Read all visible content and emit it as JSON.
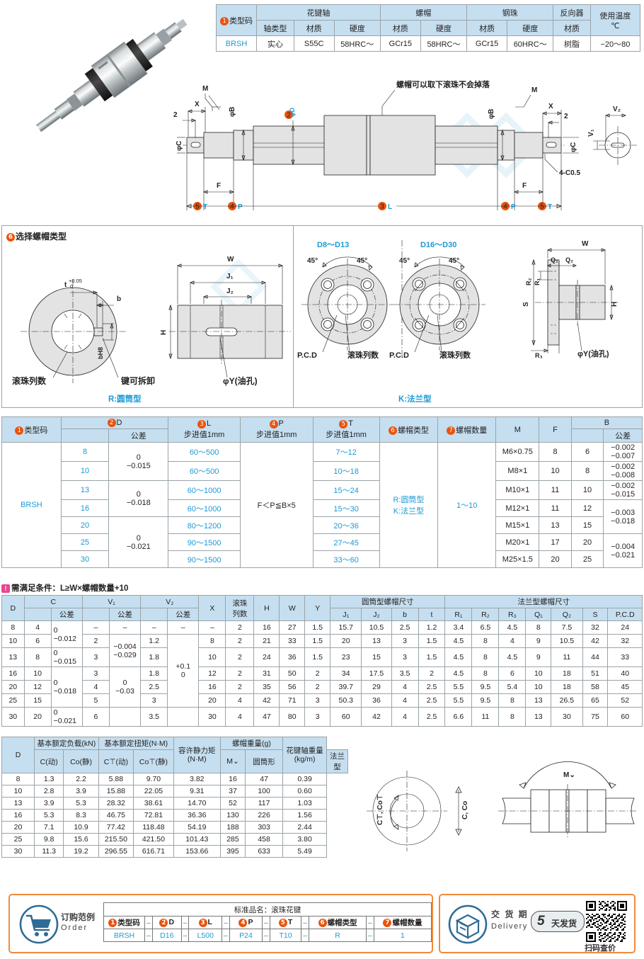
{
  "product": {
    "name": "滚珠花键",
    "type_code": "BRSH",
    "photo_alt": "ball-spline-shaft-photo"
  },
  "material_table": {
    "groups": [
      {
        "label": "①类型码",
        "sub": [],
        "rowspan": true
      },
      {
        "label": "花键轴",
        "sub": [
          "轴类型",
          "材质",
          "硬度"
        ]
      },
      {
        "label": "螺帽",
        "sub": [
          "材质",
          "硬度"
        ]
      },
      {
        "label": "钢珠",
        "sub": [
          "材质",
          "硬度"
        ]
      },
      {
        "label": "反向器",
        "sub": [
          "材质"
        ]
      },
      {
        "label": "使用温度",
        "sub": [
          "℃"
        ]
      }
    ],
    "row": [
      "BRSH",
      "实心",
      "S55C",
      "58HRC～",
      "GCr15",
      "58HRC～",
      "GCr15",
      "60HRC～",
      "树脂",
      "−20～80"
    ]
  },
  "drawing1": {
    "note_nut": "螺帽可以取下滚珠不会掉落",
    "labels": {
      "M": "M",
      "X": "X",
      "two": "2",
      "phiB": "φB",
      "phiC": "φC",
      "phiD": "φD",
      "F": "F",
      "chamfer": "4-C0.5",
      "V1": "V₁",
      "V2": "V₂"
    },
    "callouts": {
      "T": "T",
      "P": "P",
      "L": "L"
    }
  },
  "nut_section": {
    "heading": "选择螺帽类型",
    "heading_num": "6",
    "cylindrical": {
      "caption": "R:圆筒型",
      "labels": {
        "t": "t",
        "t_tol_up": "+0.05",
        "t_tol_lo": "0",
        "b": "b",
        "bH8": "bH8",
        "W": "W",
        "J1": "J₁",
        "J2": "J₂",
        "H": "H",
        "ball_rows": "滚珠列数",
        "key_removable": "键可拆卸",
        "oil_hole": "φY(油孔)"
      }
    },
    "flange": {
      "caption": "K:法兰型",
      "range_small": "D8～D13",
      "range_large": "D16～D30",
      "angle": "45°",
      "labels": {
        "PCD": "P.C.D",
        "ball_rows": "滚珠列数",
        "W": "W",
        "Q1": "Q₁",
        "Q2": "Q₂",
        "R1": "R₁",
        "R2": "R₂",
        "R3": "R₃",
        "S": "S",
        "H": "H",
        "oil_hole": "φY(油孔)"
      }
    }
  },
  "selection_table": {
    "headers": {
      "type_code": "类型码",
      "type_code_num": "1",
      "D": "D",
      "D_num": "2",
      "tolerance": "公差",
      "L": "L",
      "L_num": "3",
      "L_step": "步进值1mm",
      "P": "P",
      "P_num": "4",
      "P_step": "步进值1mm",
      "T": "T",
      "T_num": "5",
      "T_step": "步进值1mm",
      "nut_type": "螺帽类型",
      "nut_type_num": "6",
      "nut_qty": "螺帽数量",
      "nut_qty_num": "7",
      "M": "M",
      "F": "F",
      "B": "B",
      "B_tolerance": "公差"
    },
    "type_code_value": "BRSH",
    "P_formula": "F＜P≦B×5",
    "nut_type_value_r": "R:圆筒型",
    "nut_type_value_k": "K:法兰型",
    "nut_qty_value": "1～10",
    "rows": [
      {
        "D": "8",
        "D_tol_up": "0",
        "D_tol_lo": "−0.015",
        "L": "60～500",
        "T": "7～12",
        "M": "M6×0.75",
        "F": "8",
        "B": "6",
        "B_tol_up": "−0.002",
        "B_tol_lo": "−0.007"
      },
      {
        "D": "10",
        "D_tol_up": "",
        "D_tol_lo": "",
        "L": "60～500",
        "T": "10～18",
        "M": "M8×1",
        "F": "10",
        "B": "8",
        "B_tol_up": "−0.002",
        "B_tol_lo": "−0.008"
      },
      {
        "D": "13",
        "D_tol_up": "0",
        "D_tol_lo": "−0.018",
        "L": "60～1000",
        "T": "15～24",
        "M": "M10×1",
        "F": "11",
        "B": "10",
        "B_tol_up": "−0.002",
        "B_tol_lo": "−0.015"
      },
      {
        "D": "16",
        "D_tol_up": "",
        "D_tol_lo": "",
        "L": "60～1000",
        "T": "15～30",
        "M": "M12×1",
        "F": "11",
        "B": "12",
        "B_tol_up": "−0.003",
        "B_tol_lo": "−0.018"
      },
      {
        "D": "20",
        "D_tol_up": "0",
        "D_tol_lo": "−0.021",
        "L": "80～1200",
        "T": "20～36",
        "M": "M15×1",
        "F": "13",
        "B": "15",
        "B_tol_up": "",
        "B_tol_lo": ""
      },
      {
        "D": "25",
        "D_tol_up": "",
        "D_tol_lo": "",
        "L": "90～1500",
        "T": "27～45",
        "M": "M20×1",
        "F": "17",
        "B": "20",
        "B_tol_up": "−0.004",
        "B_tol_lo": "−0.021"
      },
      {
        "D": "30",
        "D_tol_up": "",
        "D_tol_lo": "",
        "L": "90～1500",
        "T": "33～60",
        "M": "M25×1.5",
        "F": "20",
        "B": "25",
        "B_tol_up": "",
        "B_tol_lo": ""
      }
    ]
  },
  "condition_note": "需满足条件：L≥W×螺帽数量+10",
  "dim_table": {
    "headers": {
      "D": "D",
      "C": "C",
      "C_tol": "公差",
      "V1": "V₁",
      "V1_tol": "公差",
      "V2": "V₂",
      "V2_tol": "公差",
      "X": "X",
      "ball_rows": "滚珠列数",
      "H": "H",
      "W": "W",
      "Y": "Y",
      "cyl_group": "圆筒型螺帽尺寸",
      "J1": "J₁",
      "J2": "J₂",
      "b": "b",
      "t": "t",
      "flange_group": "法兰型螺帽尺寸",
      "R1": "R₁",
      "R2": "R₂",
      "R3": "R₃",
      "Q1": "Q₁",
      "Q2": "Q₂",
      "S": "S",
      "PCD": "P.C.D"
    },
    "rows": [
      {
        "D": "8",
        "C": "4",
        "C_tol_up": "0",
        "C_tol_lo": "−0.012",
        "V1": "–",
        "V1_tol_up": "–",
        "V1_tol_lo": "",
        "V2": "–",
        "V2_tol": "–",
        "X": "–",
        "ball_rows": "2",
        "H": "16",
        "W": "27",
        "Y": "1.5",
        "J1": "15.7",
        "J2": "10.5",
        "b": "2.5",
        "t": "1.2",
        "R1": "3.4",
        "R2": "6.5",
        "R3": "4.5",
        "Q1": "8",
        "Q2": "7.5",
        "S": "32",
        "PCD": "24"
      },
      {
        "D": "10",
        "C": "6",
        "C_tol_up": "",
        "C_tol_lo": "",
        "V1": "2",
        "V1_tol_up": "−0.004",
        "V1_tol_lo": "−0.029",
        "V2": "1.2",
        "V2_tol": "",
        "X": "8",
        "ball_rows": "2",
        "H": "21",
        "W": "33",
        "Y": "1.5",
        "J1": "20",
        "J2": "13",
        "b": "3",
        "t": "1.5",
        "R1": "4.5",
        "R2": "8",
        "R3": "4",
        "Q1": "9",
        "Q2": "10.5",
        "S": "42",
        "PCD": "32"
      },
      {
        "D": "13",
        "C": "8",
        "C_tol_up": "0",
        "C_tol_lo": "−0.015",
        "V1": "3",
        "V1_tol_up": "",
        "V1_tol_lo": "",
        "V2": "1.8",
        "V2_tol": "",
        "X": "10",
        "ball_rows": "2",
        "H": "24",
        "W": "36",
        "Y": "1.5",
        "J1": "23",
        "J2": "15",
        "b": "3",
        "t": "1.5",
        "R1": "4.5",
        "R2": "8",
        "R3": "4.5",
        "Q1": "9",
        "Q2": "11",
        "S": "44",
        "PCD": "33"
      },
      {
        "D": "16",
        "C": "10",
        "C_tol_up": "0",
        "C_tol_lo": "−0.018",
        "V1": "3",
        "V1_tol_up": "",
        "V1_tol_lo": "",
        "V2": "1.8",
        "V2_tol_up": "+0.1",
        "V2_tol_lo": "0",
        "X": "12",
        "ball_rows": "2",
        "H": "31",
        "W": "50",
        "Y": "2",
        "J1": "34",
        "J2": "17.5",
        "b": "3.5",
        "t": "2",
        "R1": "4.5",
        "R2": "8",
        "R3": "6",
        "Q1": "10",
        "Q2": "18",
        "S": "51",
        "PCD": "40"
      },
      {
        "D": "20",
        "C": "12",
        "C_tol_up": "",
        "C_tol_lo": "",
        "V1": "4",
        "V1_tol_up": "",
        "V1_tol_lo": "",
        "V2": "2.5",
        "V2_tol": "",
        "X": "16",
        "ball_rows": "2",
        "H": "35",
        "W": "56",
        "Y": "2",
        "J1": "39.7",
        "J2": "29",
        "b": "4",
        "t": "2.5",
        "R1": "5.5",
        "R2": "9.5",
        "R3": "5.4",
        "Q1": "10",
        "Q2": "18",
        "S": "58",
        "PCD": "45"
      },
      {
        "D": "25",
        "C": "15",
        "C_tol_up": "",
        "C_tol_lo": "",
        "V1": "5",
        "V1_tol_up": "0",
        "V1_tol_lo": "−0.03",
        "V2": "3",
        "V2_tol": "",
        "X": "20",
        "ball_rows": "4",
        "H": "42",
        "W": "71",
        "Y": "3",
        "J1": "50.3",
        "J2": "36",
        "b": "4",
        "t": "2.5",
        "R1": "5.5",
        "R2": "9.5",
        "R3": "8",
        "Q1": "13",
        "Q2": "26.5",
        "S": "65",
        "PCD": "52"
      },
      {
        "D": "30",
        "C": "20",
        "C_tol_up": "0",
        "C_tol_lo": "−0.021",
        "V1": "6",
        "V1_tol_up": "",
        "V1_tol_lo": "",
        "V2": "3.5",
        "V2_tol": "",
        "X": "30",
        "ball_rows": "4",
        "H": "47",
        "W": "80",
        "Y": "3",
        "J1": "60",
        "J2": "42",
        "b": "4",
        "t": "2.5",
        "R1": "6.6",
        "R2": "11",
        "R3": "8",
        "Q1": "13",
        "Q2": "30",
        "S": "75",
        "PCD": "60"
      }
    ]
  },
  "load_table": {
    "headers": {
      "D": "D",
      "load_group": "基本额定负载(kN)",
      "C_dyn": "C(动)",
      "Co_sta": "Co(静)",
      "torque_group": "基本额定扭矩(N·M)",
      "CT_dyn": "C⊤(动)",
      "CoT_sta": "Co⊤(静)",
      "static_moment": "容许静力矩\n(N·M)",
      "Mp": "M⌄",
      "nut_weight": "螺帽重量(g)",
      "cyl": "圆筒形",
      "flange": "法兰型",
      "shaft_weight": "花键轴重量",
      "shaft_weight_unit": "(kg/m)"
    },
    "rows": [
      {
        "D": "8",
        "C": "1.3",
        "Co": "2.2",
        "CT": "5.88",
        "CoT": "9.70",
        "Mp": "3.82",
        "w_cyl": "16",
        "w_fl": "47",
        "shaft": "0.39"
      },
      {
        "D": "10",
        "C": "2.8",
        "Co": "3.9",
        "CT": "15.88",
        "CoT": "22.05",
        "Mp": "9.31",
        "w_cyl": "37",
        "w_fl": "100",
        "shaft": "0.60"
      },
      {
        "D": "13",
        "C": "3.9",
        "Co": "5.3",
        "CT": "28.32",
        "CoT": "38.61",
        "Mp": "14.70",
        "w_cyl": "52",
        "w_fl": "117",
        "shaft": "1.03"
      },
      {
        "D": "16",
        "C": "5.3",
        "Co": "8.3",
        "CT": "46.75",
        "CoT": "72.81",
        "Mp": "36.36",
        "w_cyl": "130",
        "w_fl": "226",
        "shaft": "1.56"
      },
      {
        "D": "20",
        "C": "7.1",
        "Co": "10.9",
        "CT": "77.42",
        "CoT": "118.48",
        "Mp": "54.19",
        "w_cyl": "188",
        "w_fl": "303",
        "shaft": "2.44"
      },
      {
        "D": "25",
        "C": "9.8",
        "Co": "15.6",
        "CT": "215.50",
        "CoT": "421.50",
        "Mp": "101.43",
        "w_cyl": "285",
        "w_fl": "458",
        "shaft": "3.80"
      },
      {
        "D": "30",
        "C": "11.3",
        "Co": "19.2",
        "CT": "296.55",
        "CoT": "616.71",
        "Mp": "153.66",
        "w_cyl": "395",
        "w_fl": "633",
        "shaft": "5.49"
      }
    ]
  },
  "load_diagram": {
    "label_ct": "C⊤, Co⊤",
    "label_c": "C, Co",
    "label_mp": "M⌄"
  },
  "order_footer": {
    "cart_label_cn": "订购范例",
    "cart_label_en": "Order",
    "std_name_label": "标准品名：",
    "std_name_value": "滚珠花键",
    "headers": [
      {
        "num": "1",
        "text": "类型码"
      },
      {
        "num": "2",
        "text": "D"
      },
      {
        "num": "3",
        "text": "L"
      },
      {
        "num": "4",
        "text": "P"
      },
      {
        "num": "5",
        "text": "T"
      },
      {
        "num": "6",
        "text": "螺帽类型"
      },
      {
        "num": "7",
        "text": "螺帽数量"
      }
    ],
    "values": [
      "BRSH",
      "D16",
      "L500",
      "P24",
      "T10",
      "R",
      "1"
    ],
    "separator": "–"
  },
  "delivery": {
    "label_cn": "交 货 期",
    "label_en": "Delivery",
    "days": "5",
    "days_unit": "天发货",
    "qr_label": "扫码查价"
  },
  "colors": {
    "accent_orange": "#e8540f",
    "header_blue": "#c5dff0",
    "text_blue": "#1b9ad6",
    "border": "#9aa3a8",
    "row_alt": "#e9f4fb"
  }
}
